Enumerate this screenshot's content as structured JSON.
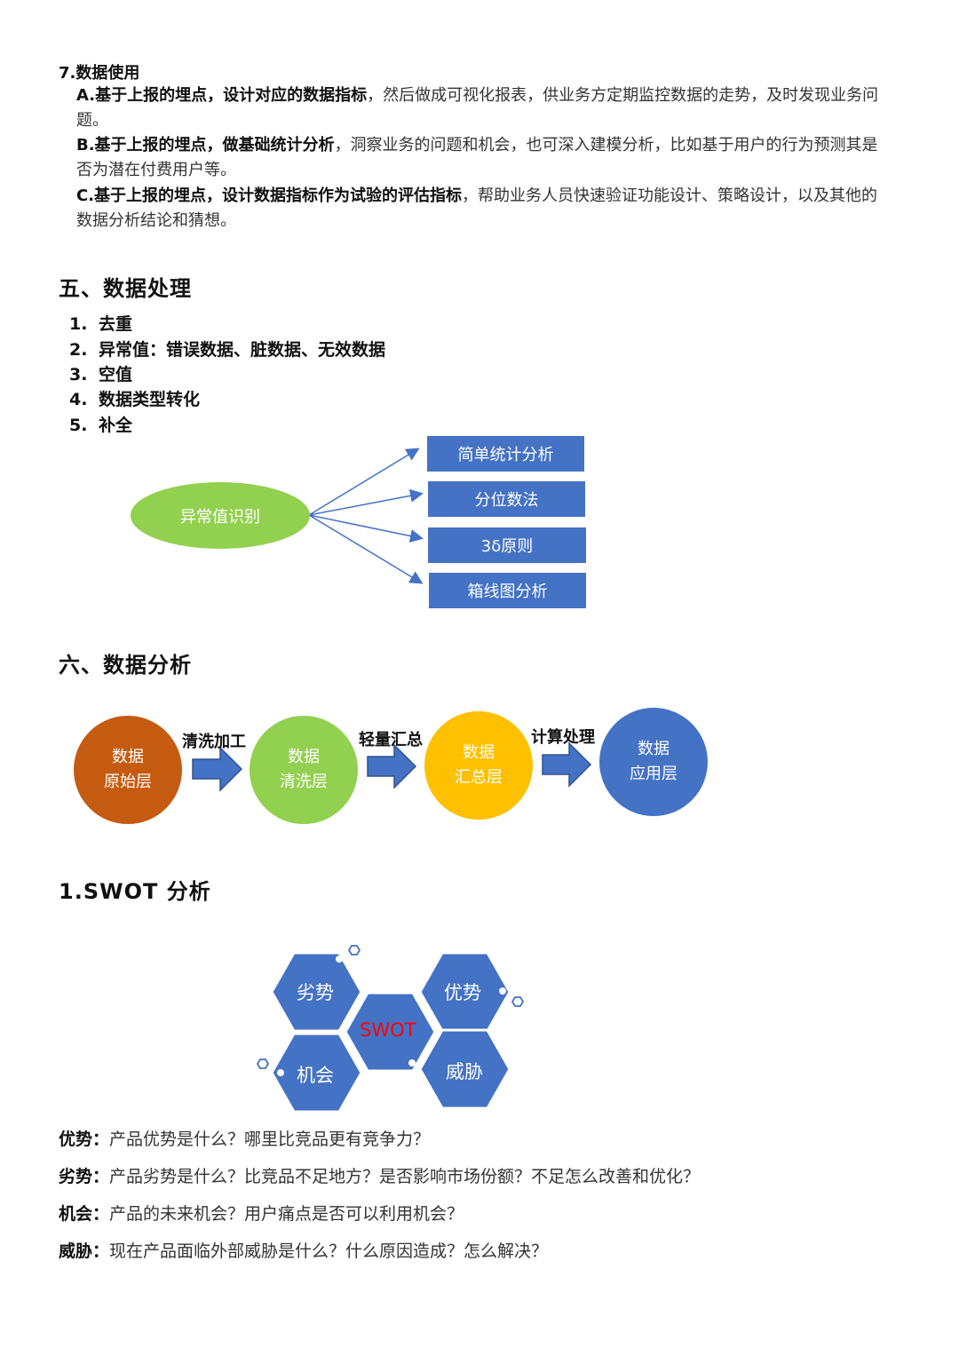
{
  "section7": {
    "title": "7.数据使用",
    "items": [
      {
        "bold": "A.基于上报的埋点，设计对应的数据指标",
        "rest": "，然后做成可视化报表，供业务方定期监控数据的走势，及时发现业务问题。"
      },
      {
        "bold": "B.基于上报的埋点，做基础统计分析",
        "rest": "，洞察业务的问题和机会，也可深入建模分析，比如基于用户的行为预测其是否为潜在付费用户等。"
      },
      {
        "bold": "C.基于上报的埋点，设计数据指标作为试验的评估指标",
        "rest": "，帮助业务人员快速验证功能设计、策略设计，以及其他的数据分析结论和猜想。"
      }
    ]
  },
  "section5": {
    "title": "五、数据处理",
    "list": [
      {
        "num": "1.",
        "text": "去重"
      },
      {
        "num": "2.",
        "text": "异常值：错误数据、脏数据、无效数据"
      },
      {
        "num": "3.",
        "text": "空值"
      },
      {
        "num": "4.",
        "text": "数据类型转化"
      },
      {
        "num": "5.",
        "text": "补全"
      }
    ],
    "diagram": {
      "source": "异常值识别",
      "targets": [
        "简单统计分析",
        "分位数法",
        "3δ原则",
        "箱线图分析"
      ]
    }
  },
  "section6": {
    "title": "六、数据分析",
    "flow": {
      "nodes": [
        {
          "line1": "数据",
          "line2": "原始层",
          "color": "#c55a11"
        },
        {
          "line1": "数据",
          "line2": "清洗层",
          "color": "#92d050"
        },
        {
          "line1": "数据",
          "line2": "汇总层",
          "color": "#ffc000"
        },
        {
          "line1": "数据",
          "line2": "应用层",
          "color": "#4472c4"
        }
      ],
      "steps": [
        "清洗加工",
        "轻量汇总",
        "计算处理"
      ]
    }
  },
  "swot": {
    "title": "1.SWOT 分析",
    "hex": {
      "weakness": "劣势",
      "strength": "优势",
      "center": "SWOT",
      "opportunity": "机会",
      "threat": "威胁"
    },
    "questions": [
      {
        "label": "优势：",
        "text": "产品优势是什么？哪里比竞品更有竞争力？"
      },
      {
        "label": "劣势：",
        "text": "产品劣势是什么？比竞品不足地方？是否影响市场份额？不足怎么改善和优化？"
      },
      {
        "label": "机会：",
        "text": "产品的未来机会？用户痛点是否可以利用机会？"
      },
      {
        "label": "威胁：",
        "text": "现在产品面临外部威胁是什么？什么原因造成？怎么解决？"
      }
    ]
  }
}
